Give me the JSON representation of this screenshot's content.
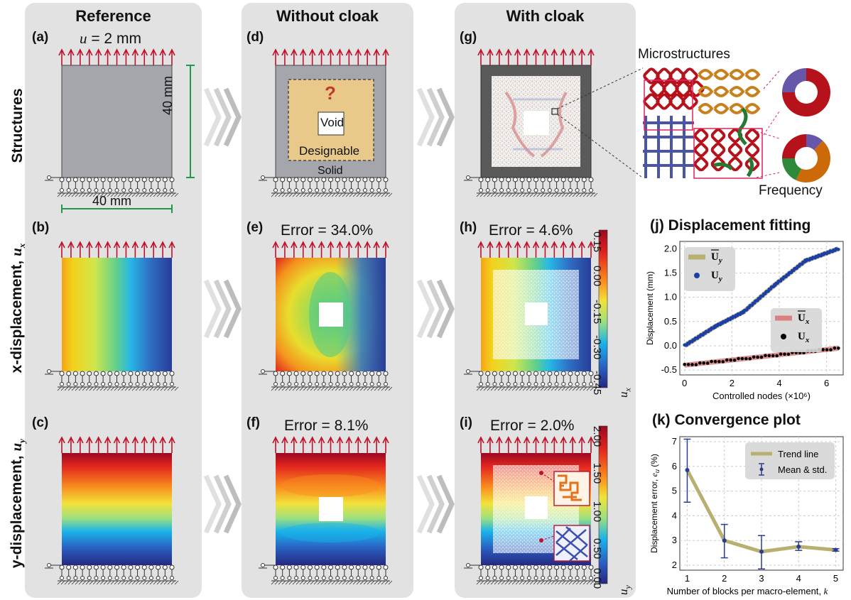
{
  "columns": {
    "reference": "Reference",
    "without_cloak": "Without cloak",
    "with_cloak": "With cloak"
  },
  "rows": {
    "structures": "Structures",
    "x_disp_prefix": "x-displacement, ",
    "x_disp_sym": "u",
    "x_disp_sub": "x",
    "y_disp_prefix": "y-displacement, ",
    "y_disp_sym": "u",
    "y_disp_sub": "y"
  },
  "panels": {
    "a": "(a)",
    "b": "(b)",
    "c": "(c)",
    "d": "(d)",
    "e": "(e)",
    "f": "(f)",
    "g": "(g)",
    "h": "(h)",
    "i": "(i)",
    "j": "(j)",
    "k": "(k)"
  },
  "panel_a": {
    "load_sym": "u",
    "load_rest": " = 2 mm",
    "height": "40 mm",
    "width": "40 mm"
  },
  "panel_d": {
    "question": "?",
    "void": "Void",
    "designable": "Designable",
    "solid": "Solid"
  },
  "panel_g": {
    "microstructures": "Microstructures",
    "frequency": "Frequency"
  },
  "errors": {
    "e": "Error = 34.0%",
    "f": "Error = 8.1%",
    "h": "Error = 4.6%",
    "i": "Error = 2.0%"
  },
  "colorbar_x": {
    "ticks": [
      "0.15",
      "0.00",
      "-0.15",
      "-0.30",
      "-0.45"
    ],
    "label_sym": "u",
    "label_sub": "x"
  },
  "colorbar_y": {
    "ticks": [
      "2.00",
      "1.50",
      "1.00",
      "0.50",
      "0.00"
    ],
    "label_sym": "u",
    "label_sub": "y"
  },
  "colors": {
    "arrow": "#c0102a",
    "frame": "#555555",
    "designable": "#e8c98a",
    "gray_solid": "#a4a6ab",
    "trend": "#b8b071",
    "mean": "#2a3d90"
  },
  "pies": [
    {
      "slices": [
        {
          "value": 0.75,
          "color": "#b5121b"
        },
        {
          "value": 0.25,
          "color": "#6857a8"
        }
      ]
    },
    {
      "slices": [
        {
          "value": 0.12,
          "color": "#6857a8"
        },
        {
          "value": 0.45,
          "color": "#cc6a0a"
        },
        {
          "value": 0.18,
          "color": "#2e8a3a"
        },
        {
          "value": 0.25,
          "color": "#b5121b"
        }
      ]
    }
  ],
  "chart_data": [
    {
      "type": "scatter",
      "title": "Displacement fitting",
      "xlabel": "Controlled nodes (×10⁶)",
      "ylabel": "Displacement (mm)",
      "xlim": [
        -0.2,
        6.7
      ],
      "ylim": [
        -0.6,
        2.15
      ],
      "xticks": [
        0,
        2,
        4,
        6
      ],
      "yticks": [
        -0.5,
        0.0,
        0.5,
        1.0,
        1.5,
        2.0
      ],
      "grid": true,
      "legend": [
        {
          "sym": "U",
          "sub": "y",
          "bar": true,
          "kind": "line",
          "color": "#b8b071"
        },
        {
          "sym": "U",
          "sub": "y",
          "bar": false,
          "kind": "dot",
          "color": "#1c3fa8"
        },
        {
          "sym": "U",
          "sub": "x",
          "bar": true,
          "kind": "line",
          "color": "#d98080"
        },
        {
          "sym": "U",
          "sub": "x",
          "bar": false,
          "kind": "dot",
          "color": "#000000"
        }
      ],
      "series": [
        {
          "kind": "line",
          "x": [
            0,
            1.3,
            2.5,
            3.8,
            5.1,
            6.5
          ],
          "y": [
            0.0,
            0.4,
            0.7,
            1.25,
            1.75,
            2.0
          ],
          "color": "#b8b071"
        },
        {
          "kind": "points",
          "x": [
            0,
            1.3,
            2.5,
            3.8,
            5.1,
            6.5
          ],
          "y": [
            0.0,
            0.4,
            0.7,
            1.25,
            1.75,
            2.0
          ],
          "color": "#1c3fa8"
        },
        {
          "kind": "line",
          "x": [
            0,
            6.5
          ],
          "y": [
            -0.4,
            -0.05
          ],
          "color": "#d98080"
        },
        {
          "kind": "points",
          "x": [
            0,
            6.5
          ],
          "y": [
            -0.4,
            -0.05
          ],
          "color": "#000000"
        }
      ]
    },
    {
      "type": "line",
      "title": "Convergence plot",
      "xlabel_text": "Number of blocks per macro-element, ",
      "xlabel_sym": "k",
      "ylabel_text": "Displacement error, ",
      "ylabel_sym": "e",
      "ylabel_sub": "u",
      "ylabel_unit": " (%)",
      "xlim": [
        0.8,
        5.2
      ],
      "ylim": [
        1.8,
        7.2
      ],
      "xticks": [
        1,
        2,
        3,
        4,
        5
      ],
      "yticks": [
        2,
        3,
        4,
        5,
        6,
        7
      ],
      "grid": true,
      "legend": [
        "Trend line",
        "Mean & std."
      ],
      "x": [
        1,
        2,
        3,
        4,
        5
      ],
      "mean": [
        5.85,
        3.0,
        2.55,
        2.75,
        2.62
      ],
      "std_low": [
        4.55,
        2.3,
        1.85,
        2.6,
        2.57
      ],
      "std_high": [
        7.1,
        3.65,
        3.2,
        2.95,
        2.67
      ]
    }
  ]
}
